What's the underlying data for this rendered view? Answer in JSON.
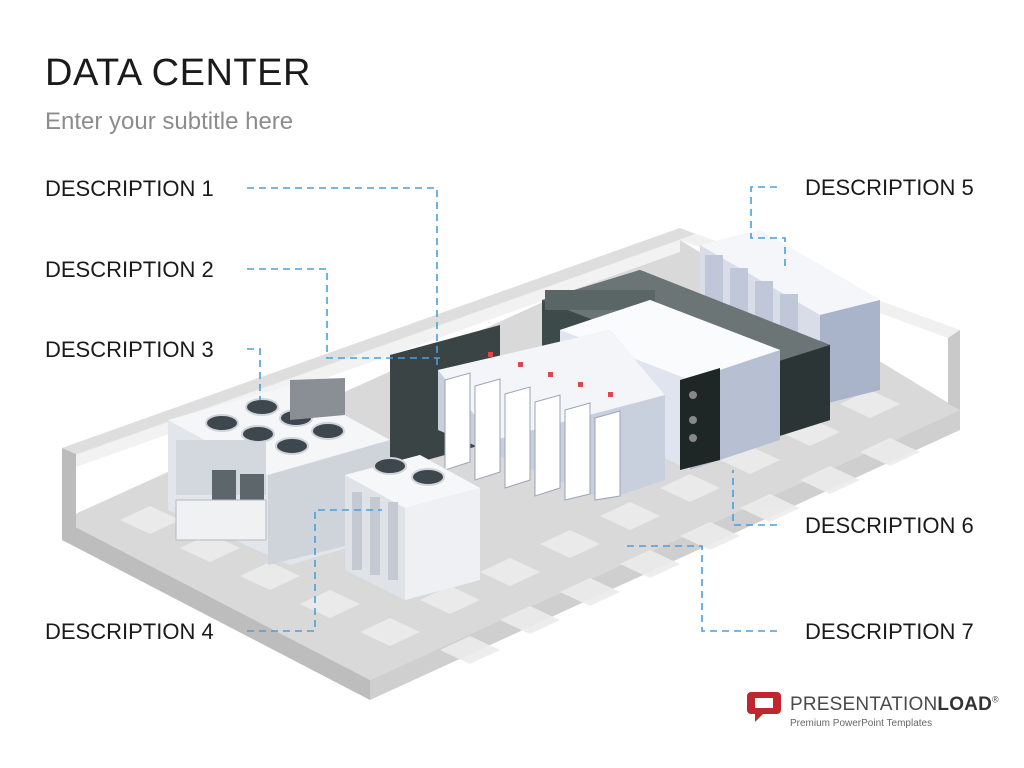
{
  "header": {
    "title": "DATA CENTER",
    "subtitle": "Enter your subtitle here"
  },
  "descriptions": [
    "DESCRIPTION 1",
    "DESCRIPTION 2",
    "DESCRIPTION 3",
    "DESCRIPTION 4",
    "DESCRIPTION 5",
    "DESCRIPTION 6",
    "DESCRIPTION 7"
  ],
  "brand": {
    "name_light": "PRESENTATION",
    "name_bold": "LOAD",
    "registered": "®",
    "tagline": "Premium PowerPoint Templates"
  },
  "colors": {
    "leader_line": "#4a9fd8",
    "logo_red": "#c0262d"
  }
}
